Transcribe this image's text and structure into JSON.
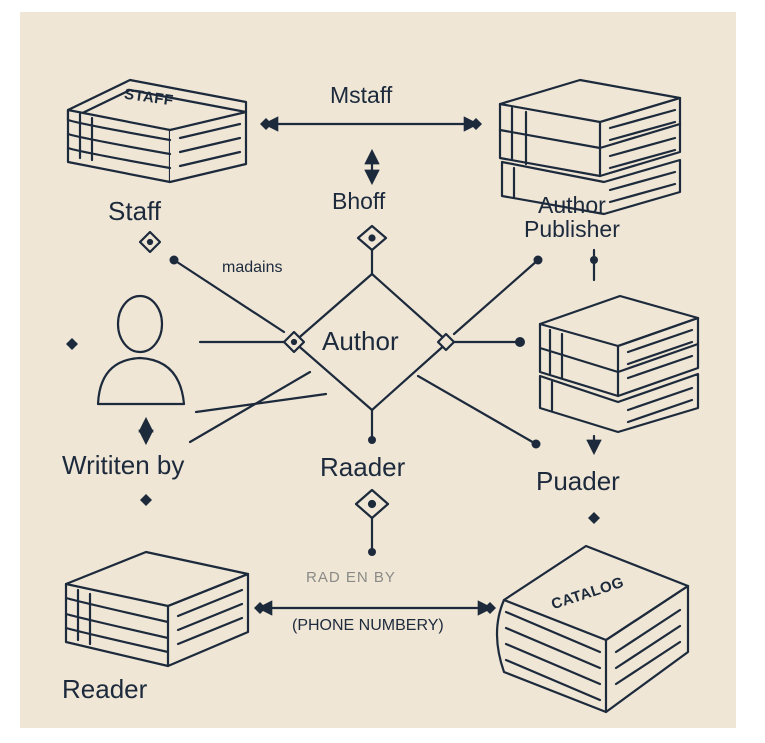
{
  "entities": {
    "staff_book": "STAFF",
    "catalog_book": "CATALOG",
    "staff_label": "Staff",
    "author_publisher_label_1": "Author",
    "author_publisher_label_2": "Publisher",
    "written_by_label": "Writiten by",
    "reader_label": "Reader",
    "center_author": "Author"
  },
  "relations": {
    "top": "Mstaff",
    "upper_middle": "Bhoff",
    "left_link": "madains",
    "center_bottom": "Raader",
    "right_bottom": "Puader",
    "faint_text": "RAD   EN BY",
    "bottom": "(PHONE NUMBERY)"
  },
  "colors": {
    "ink": "#1c2a3c",
    "background": "#efe6d6",
    "frame": "#ffffff"
  }
}
